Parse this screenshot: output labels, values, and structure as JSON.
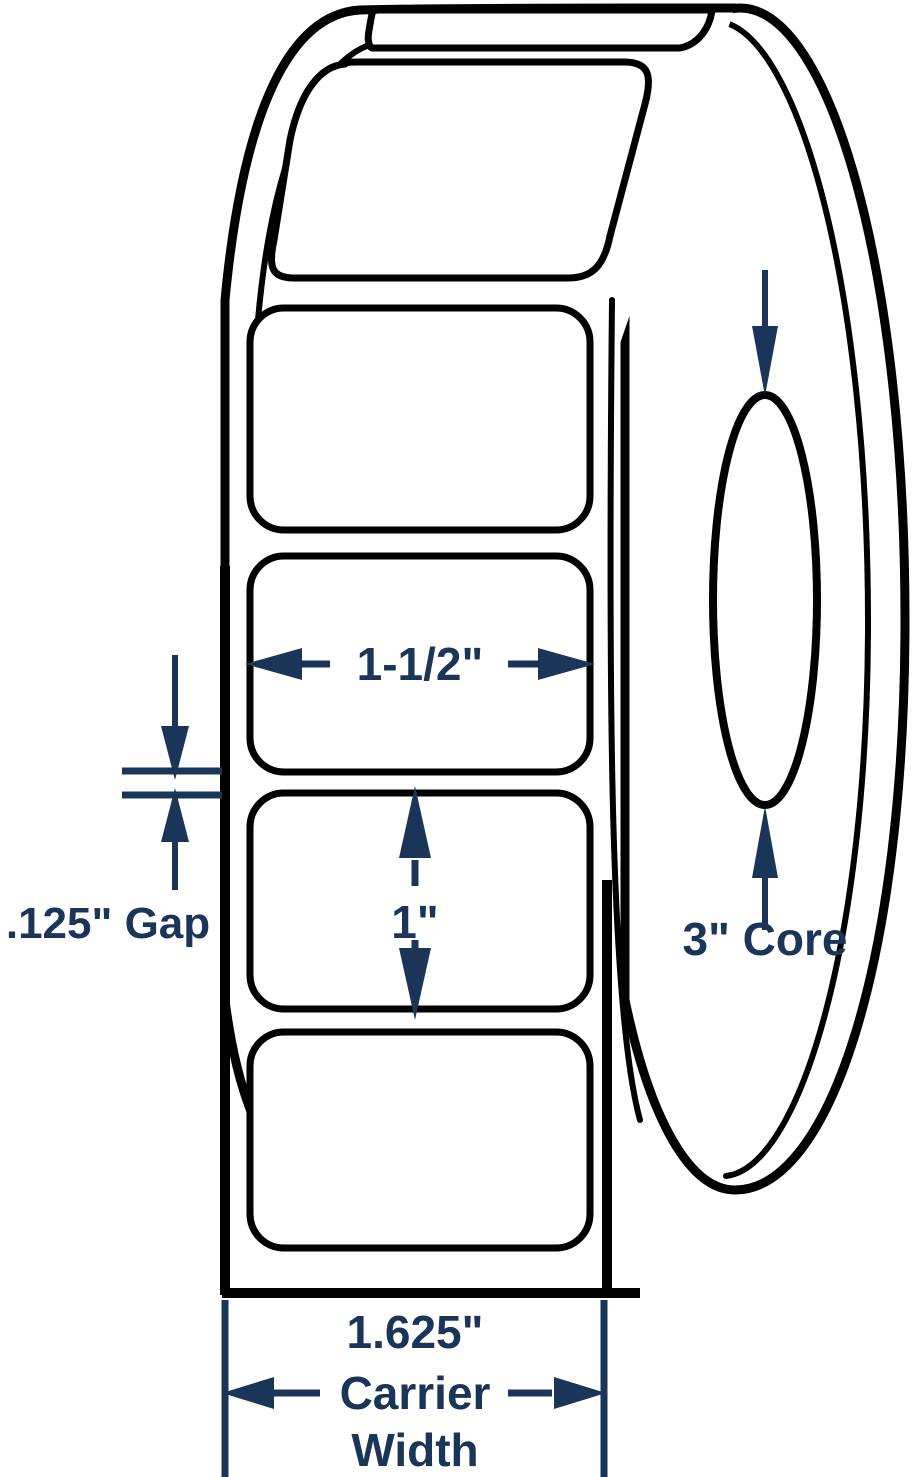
{
  "diagram": {
    "title": "Label Roll Dimension Diagram",
    "subject": "thermal label roll on core",
    "accent_color": "#1a3557",
    "outline_color": "#000000",
    "background_color": "#ffffff",
    "dimensions": {
      "label_width": {
        "value": "1-1/2\"",
        "name": "label-width-dimension",
        "orientation": "horizontal"
      },
      "label_height": {
        "value": "1\"",
        "name": "label-height-dimension",
        "orientation": "vertical"
      },
      "gap": {
        "value": ".125\" Gap",
        "name": "gap-dimension",
        "orientation": "vertical"
      },
      "core": {
        "value": "3\" Core",
        "name": "core-dimension",
        "orientation": "vertical"
      },
      "carrier_width": {
        "line1": "1.625\"",
        "line2": "Carrier",
        "line3": "Width",
        "name": "carrier-width-dimension",
        "orientation": "horizontal"
      }
    }
  }
}
